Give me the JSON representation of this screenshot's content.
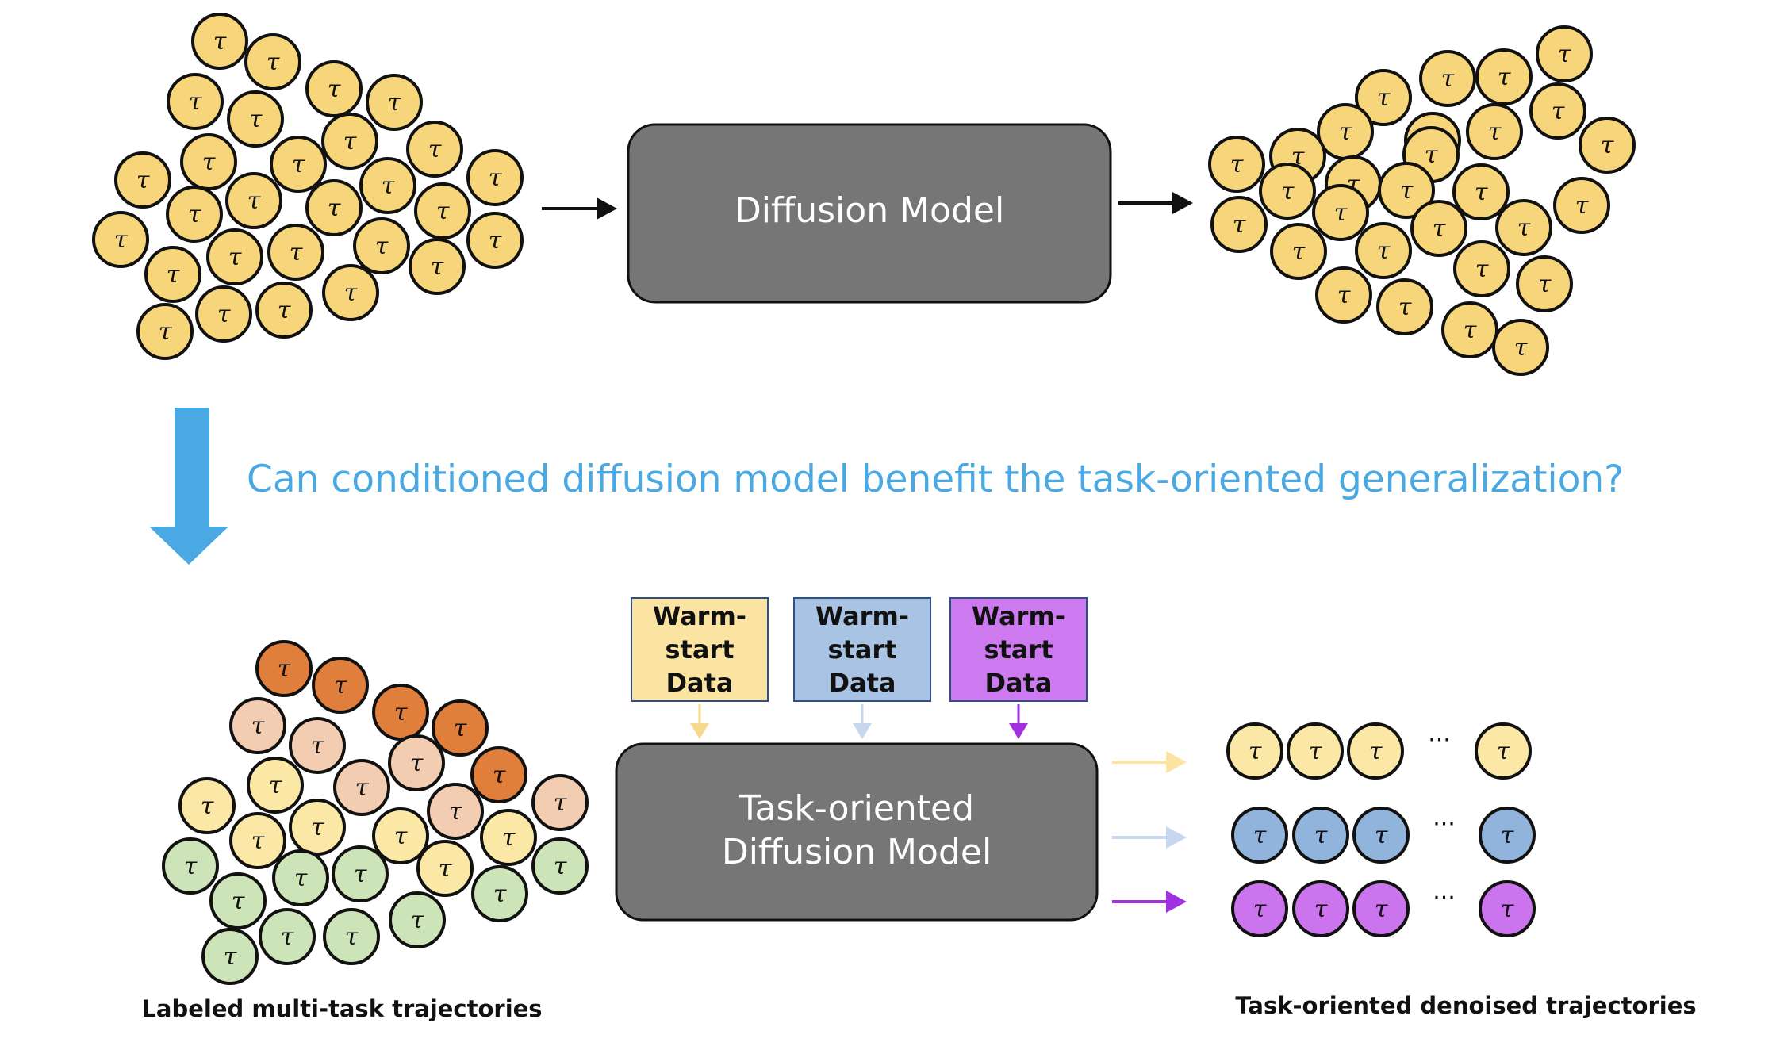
{
  "diagram": {
    "top_model_label": "Diffusion Model",
    "question": "Can conditioned diffusion model benefit the task-oriented generalization?",
    "bottom_model_label_line1": "Task-oriented",
    "bottom_model_label_line2": "Diffusion Model",
    "trajectory_symbol": "τ",
    "ellipsis": "···",
    "caption_left": "Labeled multi-task trajectories",
    "caption_right": "Task-oriented denoised trajectories",
    "warm_start_boxes": [
      {
        "line1": "Warm-",
        "line2": "start",
        "line3": "Data",
        "color": "#fbe3a2"
      },
      {
        "line1": "Warm-",
        "line2": "start",
        "line3": "Data",
        "color": "#a8c3e4"
      },
      {
        "line1": "Warm-",
        "line2": "start",
        "line3": "Data",
        "color": "#cd79ef"
      }
    ],
    "colors": {
      "yellow_trajectory": "#f7d57a",
      "orange_trajectory": "#e07e3c",
      "peach_trajectory": "#f3cdb2",
      "light_yellow_trajectory": "#fbe7a6",
      "green_trajectory": "#cde3b8",
      "blue_trajectory": "#91b4dc",
      "purple_trajectory": "#cc74ee",
      "model_box": "#767676",
      "question_text": "#4aa8e3",
      "down_arrow": "#4aa8e3",
      "yellow_arrow": "#fbe3a2",
      "blue_arrow": "#c5d8ef",
      "purple_arrow": "#a030e0"
    }
  }
}
